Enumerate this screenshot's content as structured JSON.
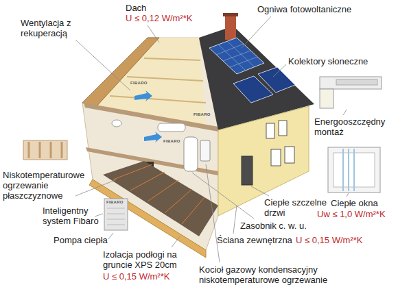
{
  "diagram": {
    "labels": [
      "Wentylacja z rekuperacją",
      "Dach",
      "U ≤ 0,12 W/m²*K",
      "Ogniwa fotowoltaniczne",
      "Kolektory słoneczne",
      "Energooszczędny montaż",
      "Niskotemperaturowe ogrzewanie płaszczyznowe",
      "Inteligentny system Fibaro",
      "Pompa ciepła",
      "Izolacja podłogi na gruncie XPS 20cm",
      "U ≤ 0,15 W/m²*K",
      "Kocioł gazowy kondensacyjny niskotemperaturowe ogrzewanie",
      "Ściana zewnętrzna",
      "U ≤ 0,15 W/m²*K",
      "Zasobnik c. w. u.",
      "Ciepłe szczelne drzwi",
      "Ciepłe okna",
      "Uw ≤ 1,0 W/m²*K",
      "FIBARO",
      "FIBARO",
      "FIBARO",
      "FIBARO"
    ]
  }
}
